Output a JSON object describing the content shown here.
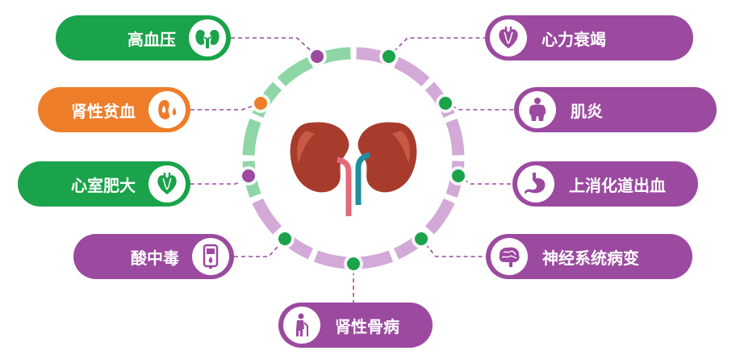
{
  "colors": {
    "green": "#1aa34a",
    "orange": "#ee7d2a",
    "purple": "#9b4aa0",
    "ring_green": "#8ed6a6",
    "ring_purple": "#d3a9d7",
    "dot_green": "#1aa34a",
    "dot_purple": "#9b4aa0",
    "dot_orange": "#ee7d2a",
    "kidney": "#a83c2c",
    "artery": "#e46a78",
    "vein": "#1f8fa0"
  },
  "conditions": [
    {
      "label": "高血压",
      "icon": "kidneys-icon",
      "color": "green"
    },
    {
      "label": "肾性贫血",
      "icon": "kidney-drop-icon",
      "color": "orange"
    },
    {
      "label": "心室肥大",
      "icon": "heart-icon",
      "color": "green"
    },
    {
      "label": "酸中毒",
      "icon": "test-device-icon",
      "color": "purple"
    },
    {
      "label": "肾性骨病",
      "icon": "elderly-person-icon",
      "color": "purple"
    },
    {
      "label": "神经系统病变",
      "icon": "brain-icon",
      "color": "purple"
    },
    {
      "label": "上消化道出血",
      "icon": "stomach-icon",
      "color": "purple"
    },
    {
      "label": "肌炎",
      "icon": "body-figure-icon",
      "color": "purple"
    },
    {
      "label": "心力衰竭",
      "icon": "heart-icon",
      "color": "purple"
    }
  ]
}
